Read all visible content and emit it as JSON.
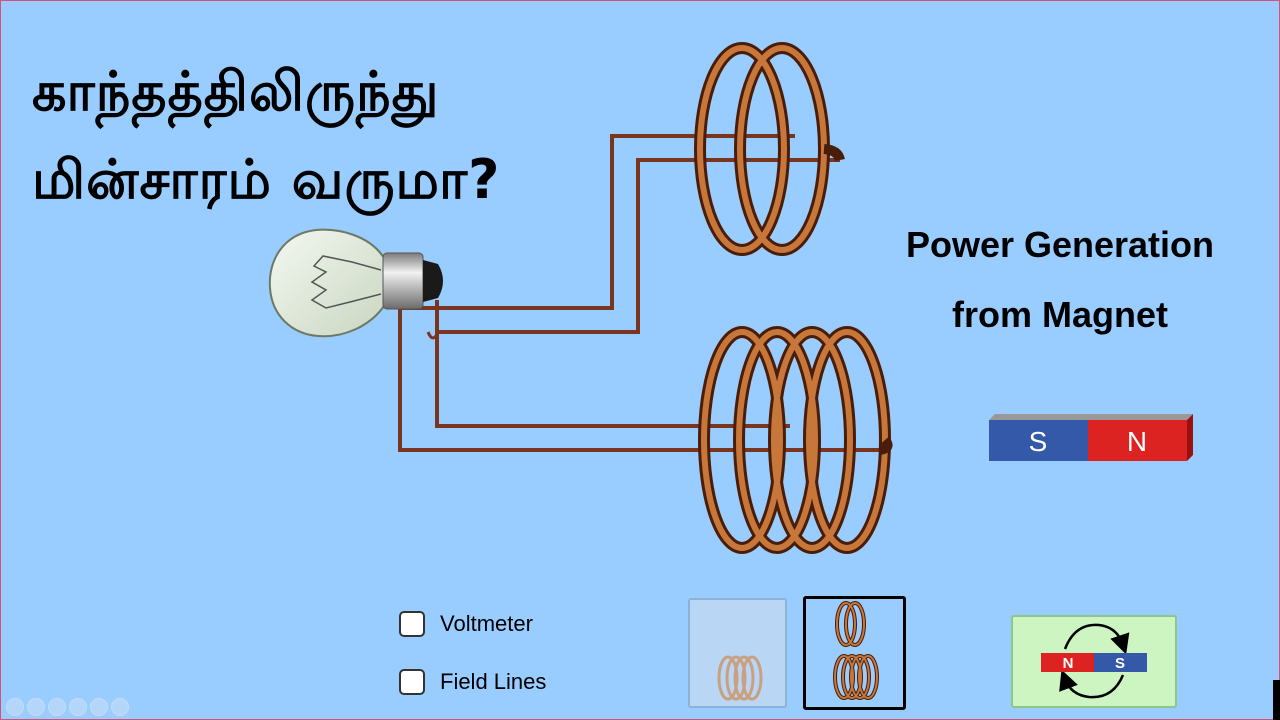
{
  "title": {
    "line1": "காந்தத்திலிருந்து",
    "line2": "மின்சாரம் வருமா?"
  },
  "subtitle": {
    "line1": "Power Generation",
    "line2": "from Magnet"
  },
  "magnet": {
    "south_label": "S",
    "north_label": "N",
    "south_color": "#3359a8",
    "north_color": "#dd2222"
  },
  "options": {
    "voltmeter_label": "Voltmeter",
    "field_lines_label": "Field Lines"
  },
  "rotate_button": {
    "north_label": "N",
    "south_label": "S"
  },
  "colors": {
    "background": "#99ccff",
    "copper": "#b5652a",
    "wire": "#7a3520"
  },
  "icons": [
    "bulb-icon",
    "coil-icon",
    "magnet-icon",
    "rotate-arrows-icon"
  ]
}
